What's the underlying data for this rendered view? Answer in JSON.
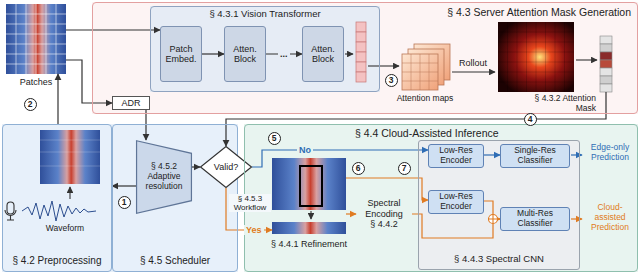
{
  "diagram": {
    "nodes": [
      {
        "text": [
          "§ 4.3 Server Attention Mask Generation"
        ]
      },
      {
        "text": [
          "§ 4.3.1 Vision Transformer"
        ],
        "in": 0
      },
      {
        "text": [
          "Patch Embed."
        ],
        "in": 1
      },
      {
        "text": [
          "Atten. Block"
        ],
        "in": 1
      },
      {
        "text": [
          "Atten. Block"
        ],
        "in": 1
      },
      {
        "text": [
          "§ 4.3.2 Attention Mask"
        ],
        "in": 0
      },
      {
        "text": [
          "ADR"
        ],
        "in": 0
      },
      {
        "text": [
          "Patches"
        ]
      },
      {
        "text": [
          "§ 4.2 Preprocessing"
        ]
      },
      {
        "text": [
          "§ 4.5 Scheduler"
        ]
      },
      {
        "text": [
          "§ 4.5.2 Adaptive resolution"
        ],
        "in": 9
      },
      {
        "text": [
          "Valid?"
        ]
      },
      {
        "text": [
          "§ 4.4 Cloud-Assisted Inference"
        ]
      },
      {
        "text": [
          "§ 4.4.1 Refinement"
        ],
        "in": 12
      },
      {
        "text": [
          "Spectral Encoding",
          "§ 4.4.2"
        ],
        "in": 12
      },
      {
        "text": [
          "§ 4.4.3 Spectral CNN"
        ],
        "in": 12
      },
      {
        "text": [
          "Low-Res Encoder"
        ],
        "in": 15
      },
      {
        "text": [
          "Single-Res Classifier"
        ],
        "in": 15
      },
      {
        "text": [
          "Low-Res Encoder"
        ],
        "in": 15
      },
      {
        "text": [
          "Multi-Res Classifier"
        ],
        "in": 15
      }
    ],
    "edges": [
      {
        "from": 8,
        "to": 7,
        "arrow": "to"
      },
      {
        "from": 7,
        "to": 6,
        "arrow": "to"
      },
      {
        "from": 7,
        "to": 2,
        "arrow": "to"
      },
      {
        "from": 6,
        "to": 10,
        "arrow": "to"
      },
      {
        "from": 10,
        "to": 8,
        "arrow": "to"
      },
      {
        "from": 10,
        "to": 11,
        "arrow": "to"
      },
      {
        "from": 2,
        "to": 3,
        "arrow": "to"
      },
      {
        "from": 3,
        "to": 4,
        "label": "...",
        "arrow": "to"
      },
      {
        "from": 5,
        "to": 11,
        "arrow": "to"
      },
      {
        "from": 11,
        "to": 16,
        "label": "No",
        "arrow": "to"
      },
      {
        "from": 11,
        "to": 13,
        "label": "Yes",
        "arrow": "to"
      },
      {
        "from": 13,
        "to": 14,
        "arrow": "to"
      },
      {
        "from": 13,
        "to": 18,
        "arrow": "to"
      },
      {
        "from": 14,
        "to": 19,
        "arrow": "to"
      },
      {
        "from": 16,
        "to": 17,
        "arrow": "to"
      },
      {
        "from": 18,
        "to": 19,
        "arrow": "to"
      }
    ],
    "labels": [
      "1",
      "2",
      "3",
      "4",
      "5",
      "6",
      "7",
      "Attention maps",
      "Rollout",
      "Waveform",
      "§ 4.5.3 Workflow",
      "Edge-only Prediction",
      "Cloud-assisted Prediction"
    ]
  }
}
